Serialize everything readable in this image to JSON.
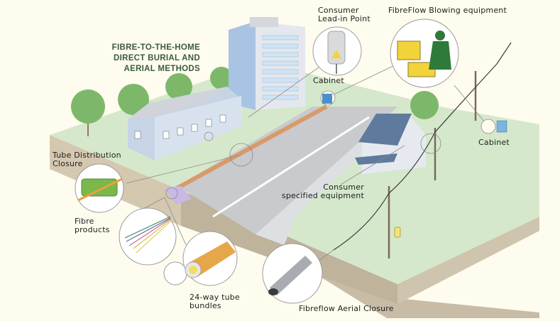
{
  "title": {
    "lines": [
      "FIBRE-TO-THE-HOME",
      "DIRECT BURIAL AND",
      "AERIAL METHODS"
    ]
  },
  "callouts": {
    "consumer_lead_in": "Consumer\nLead-in Point",
    "blowing_equipment": "FibreFlow Blowing equipment",
    "cabinet_street": "Cabinet",
    "cabinet_pole": "Cabinet",
    "tube_distribution": "Tube Distribution\nClosure",
    "consumer_equipment": "Consumer\nspecified equipment",
    "fibre_products": "Fibre\nproducts",
    "tube_bundles": "24-way tube\nbundles",
    "aerial_closure": "Fibreflow Aerial Closure"
  },
  "colors": {
    "background": "#fefcee",
    "grass": "#d6e8cc",
    "soil": "#c8bca6",
    "road": "#c9cacd",
    "tree": "#7db86a",
    "building": "#c6d4e6",
    "roof": "#5f7a9c",
    "title_text": "#3c5a3c",
    "duct": "#e8a23c",
    "closure_green": "#7ab84c"
  }
}
